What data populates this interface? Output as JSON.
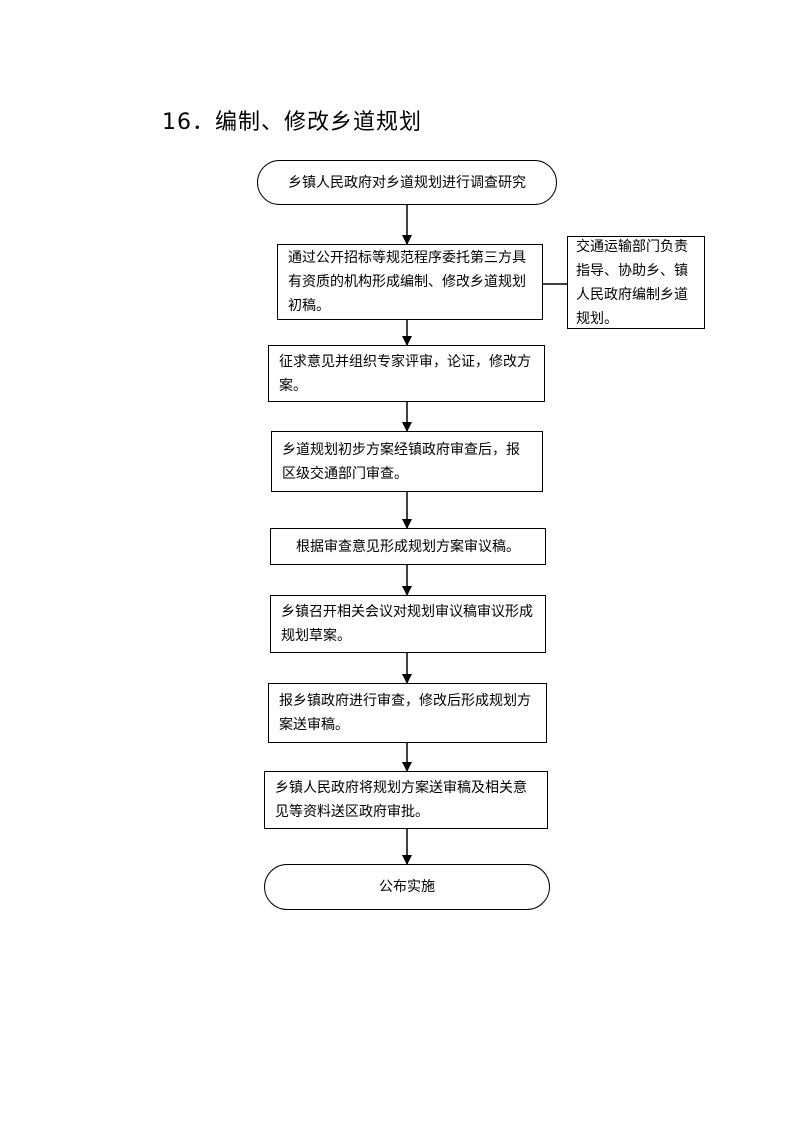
{
  "title": "16．编制、修改乡道规划",
  "steps": {
    "start": "乡镇人民政府对乡道规划进行调查研究",
    "s1": "通过公开招标等规范程序委托第三方具有资质的机构形成编制、修改乡道规划初稿。",
    "side": "交通运输部门负责指导、协助乡、镇人民政府编制乡道规划。",
    "s2": "征求意见并组织专家评审，论证，修改方案。",
    "s3": "乡道规划初步方案经镇政府审查后，报区级交通部门审查。",
    "s4": "根据审查意见形成规划方案审议稿。",
    "s5": "乡镇召开相关会议对规划审议稿审议形成规划草案。",
    "s6": "报乡镇政府进行审查，修改后形成规划方案送审稿。",
    "s7": "乡镇人民政府将规划方案送审稿及相关意见等资料送区政府审批。",
    "end": "公布实施"
  }
}
